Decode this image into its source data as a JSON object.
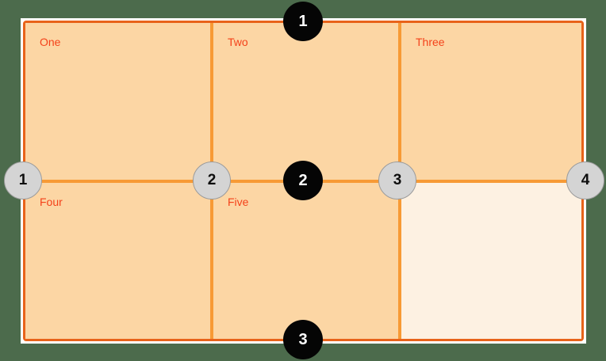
{
  "canvas": {
    "background_color": "#4c6b4c",
    "sheet_color": "#ffffff"
  },
  "table": {
    "border_color": "#e8631a",
    "grid_line_color": "#f79a35",
    "cell_fill_color": "#fcd6a4",
    "empty_cell_fill_color": "#fdf1e2",
    "label_color": "#f4421a",
    "rows": [
      {
        "cells": [
          {
            "label": "One",
            "empty": false
          },
          {
            "label": "Two",
            "empty": false
          },
          {
            "label": "Three",
            "empty": false
          }
        ]
      },
      {
        "cells": [
          {
            "label": "Four",
            "empty": false
          },
          {
            "label": "Five",
            "empty": false
          },
          {
            "label": "",
            "empty": true
          }
        ]
      }
    ]
  },
  "column_markers": {
    "color": "#d4d4d4",
    "text_color": "#0e0e0e",
    "items": [
      {
        "label": "1"
      },
      {
        "label": "2"
      },
      {
        "label": "3"
      },
      {
        "label": "4"
      }
    ]
  },
  "row_markers": {
    "color": "#050505",
    "text_color": "#ffffff",
    "items": [
      {
        "label": "1"
      },
      {
        "label": "2"
      },
      {
        "label": "3"
      }
    ]
  }
}
